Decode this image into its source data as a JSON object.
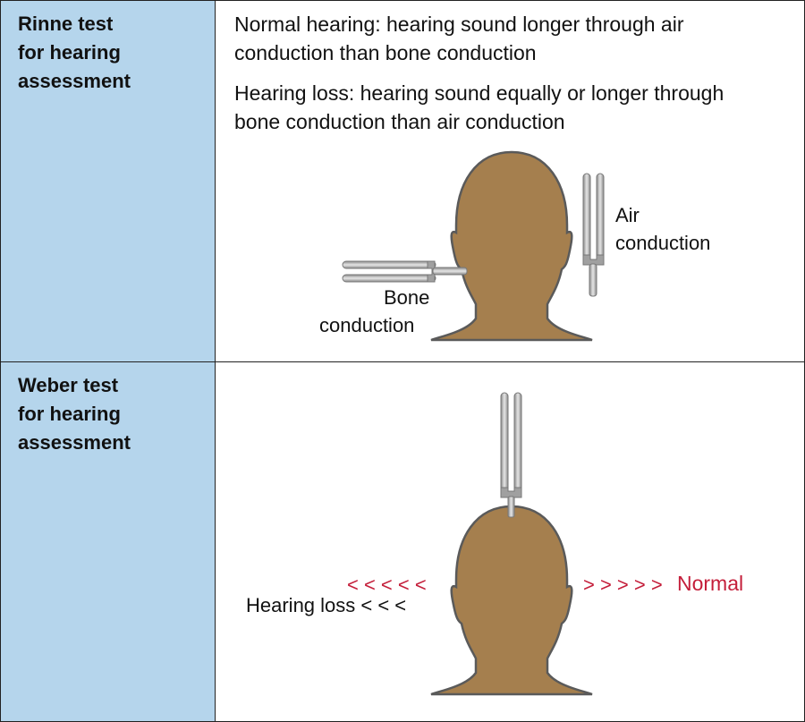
{
  "rinne": {
    "title": "Rinne test\nfor hearing\nassessment",
    "normal": "Normal hearing: hearing sound longer through air conduction than bone conduction",
    "loss": "Hearing loss: hearing sound equally or longer through bone conduction than air conduction",
    "air_label_1": "Air",
    "air_label_2": "conduction",
    "bone_label_1": "Bone",
    "bone_label_2": "conduction"
  },
  "weber": {
    "title": "Weber test\nfor hearing\nassessment",
    "left_arrows": "< < < < <",
    "hearing_loss": "Hearing loss < < <",
    "right_arrows": "> > > > >",
    "normal": "Normal"
  },
  "colors": {
    "label_bg": "#b5d5ec",
    "head": "#a57f4e",
    "outline": "#5a5a5a",
    "fork": "#b0b0b0",
    "accent_red": "#c41e3a"
  }
}
